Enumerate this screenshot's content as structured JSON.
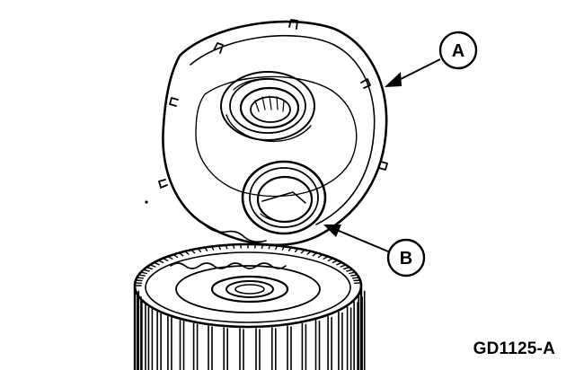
{
  "callouts": [
    {
      "label": "A"
    },
    {
      "label": "B"
    }
  ],
  "figure_id": "GD1125-A",
  "colors": {
    "ink": "#000000",
    "paper": "#ffffff"
  }
}
